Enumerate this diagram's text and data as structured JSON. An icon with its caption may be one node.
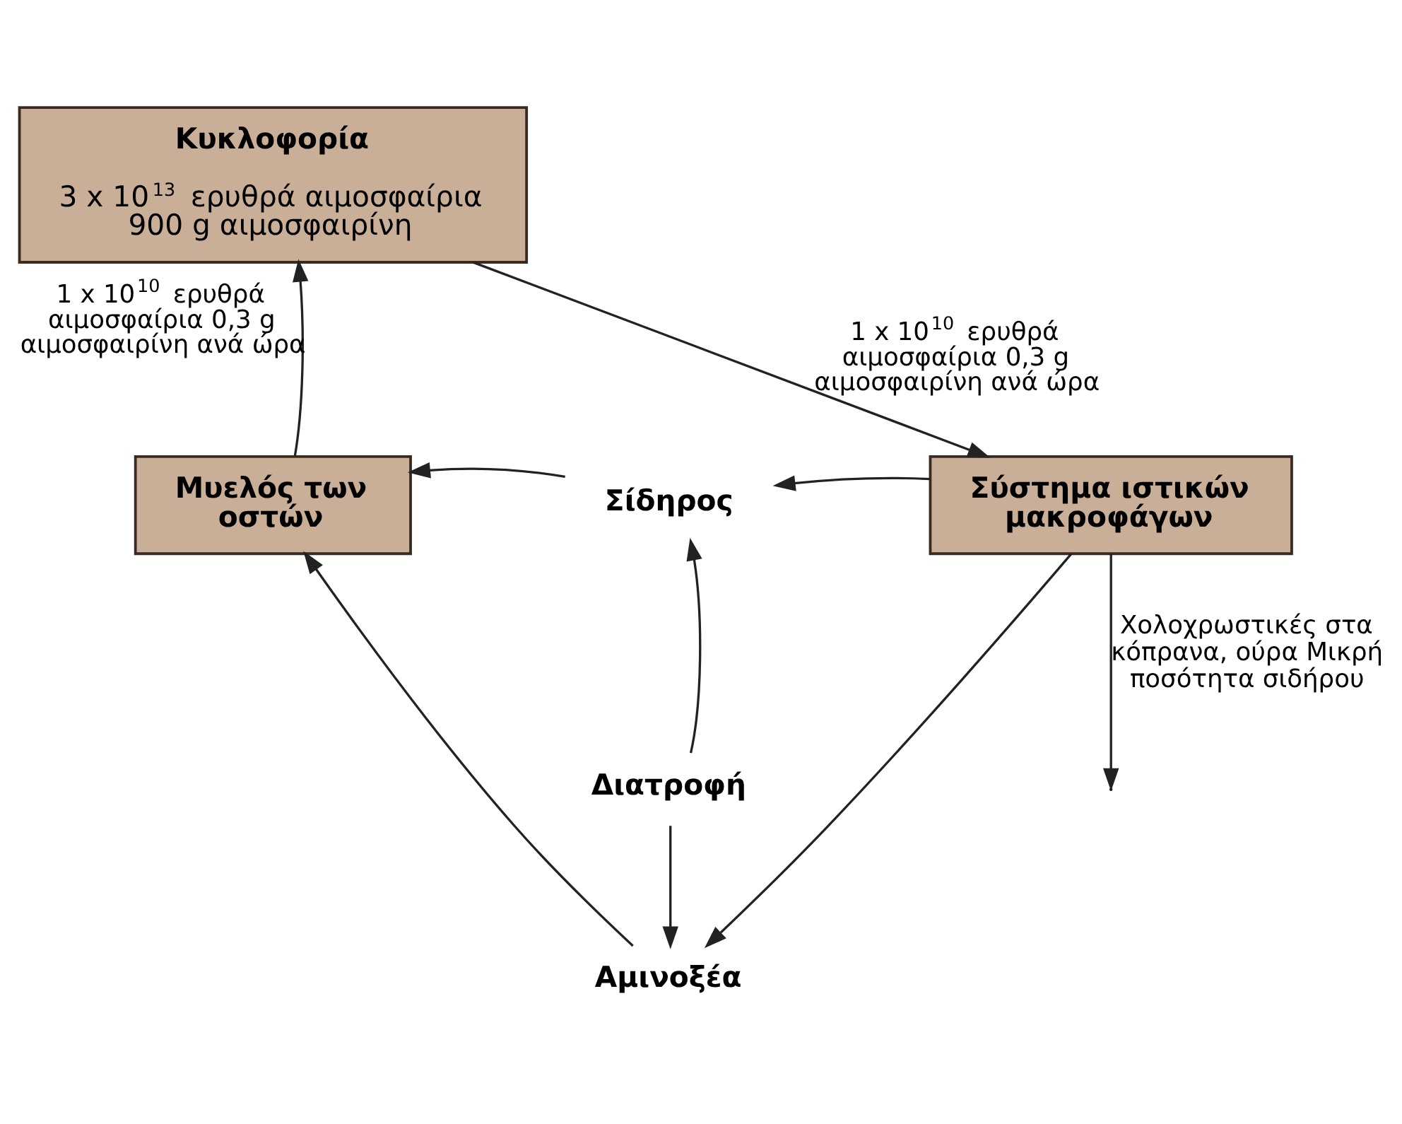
{
  "diagram": {
    "nodes": [
      {
        "text": [
          "Κυκλοφορία",
          "3 x 10$^{13}$ ερυθρά αιμοσφαίρια 900 g αιμοσφαιρίνη"
        ]
      },
      {
        "text": [
          "Μυελός των οστών"
        ]
      },
      {
        "text": [
          "Σύστημα ιστικών μακροφάγων"
        ]
      },
      {
        "text": [
          "Σίδηρος"
        ]
      },
      {
        "text": [
          "Διατροφή"
        ]
      },
      {
        "text": [
          "Αμινοξέα"
        ]
      }
    ],
    "edges": [
      {
        "from": 0,
        "to": 2,
        "arrow": "to",
        "label": "1 x 10$^{10}$ ερυθρά αιμοσφαίρια 0,3 g αιμοσφαιρίνη ανά ώρα"
      },
      {
        "from": 1,
        "to": 0,
        "arrow": "to",
        "label": "1 x 10$^{10}$ ερυθρά αιμοσφαίρια 0,3 g αιμοσφαιρίνη ανά ώρα"
      },
      {
        "from": 2,
        "to": 3,
        "arrow": "to"
      },
      {
        "from": 3,
        "to": 1,
        "arrow": "to"
      },
      {
        "from": 4,
        "to": 3,
        "arrow": "to"
      },
      {
        "from": 4,
        "to": 5,
        "arrow": "to"
      },
      {
        "from": 2,
        "to": 5,
        "arrow": "to"
      },
      {
        "from": 5,
        "to": 1,
        "arrow": "to"
      },
      {
        "from": 2,
        "to": null,
        "arrow": "to",
        "label": "Χολοχρωστικές στα κόπρανα, ούρα Μικρή ποσότητα σιδήρου"
      }
    ]
  }
}
